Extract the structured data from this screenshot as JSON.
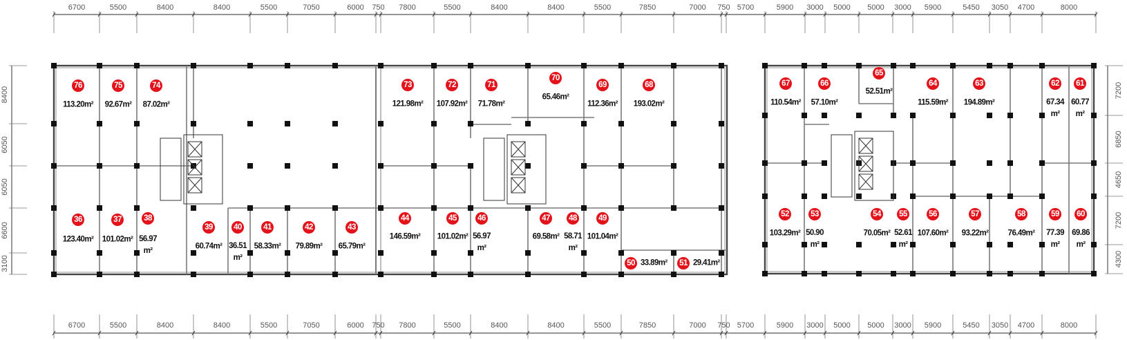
{
  "title": "Floor plan unit layout",
  "unit_suffix": "m²",
  "colors": {
    "badge": "#e3131b",
    "wall": "#7a7a7a",
    "column": "#111111",
    "dim": "#555555"
  },
  "dimensions": {
    "top": [
      "6700",
      "5500",
      "8400",
      "8400",
      "5500",
      "7050",
      "6000",
      "750",
      "7800",
      "5500",
      "8400",
      "8400",
      "5500",
      "7850",
      "7000",
      "750",
      "5700",
      "5900",
      "3000",
      "5000",
      "5000",
      "3000",
      "5900",
      "5450",
      "3050",
      "4700",
      "8000"
    ],
    "bottom": [
      "6700",
      "5500",
      "8400",
      "8400",
      "5500",
      "7050",
      "6000",
      "750",
      "7800",
      "5500",
      "8400",
      "8400",
      "5500",
      "7850",
      "7000",
      "750",
      "5700",
      "5900",
      "3000",
      "5000",
      "5000",
      "3000",
      "5900",
      "5450",
      "3050",
      "4700",
      "8000"
    ],
    "left": [
      "8400",
      "6050",
      "6050",
      "6600",
      "3100"
    ],
    "right": [
      "7200",
      "6850",
      "4650",
      "7200",
      "4300"
    ]
  },
  "units": [
    {
      "no": "76",
      "area": "113.20"
    },
    {
      "no": "75",
      "area": "92.67"
    },
    {
      "no": "74",
      "area": "87.02"
    },
    {
      "no": "73",
      "area": "121.98"
    },
    {
      "no": "72",
      "area": "107.92"
    },
    {
      "no": "71",
      "area": "71.78"
    },
    {
      "no": "70",
      "area": "65.46"
    },
    {
      "no": "69",
      "area": "112.36"
    },
    {
      "no": "68",
      "area": "193.02"
    },
    {
      "no": "67",
      "area": "110.54"
    },
    {
      "no": "66",
      "area": "57.10"
    },
    {
      "no": "65",
      "area": "52.51"
    },
    {
      "no": "64",
      "area": "115.59"
    },
    {
      "no": "63",
      "area": "194.89"
    },
    {
      "no": "62",
      "area": "67.34"
    },
    {
      "no": "61",
      "area": "60.77"
    },
    {
      "no": "36",
      "area": "123.40"
    },
    {
      "no": "37",
      "area": "101.02"
    },
    {
      "no": "38",
      "area": "56.97"
    },
    {
      "no": "39",
      "area": "60.74"
    },
    {
      "no": "40",
      "area": "36.51"
    },
    {
      "no": "41",
      "area": "58.33"
    },
    {
      "no": "42",
      "area": "79.89"
    },
    {
      "no": "43",
      "area": "65.79"
    },
    {
      "no": "44",
      "area": "146.59"
    },
    {
      "no": "45",
      "area": "101.02"
    },
    {
      "no": "46",
      "area": "56.97"
    },
    {
      "no": "47",
      "area": "69.58"
    },
    {
      "no": "48",
      "area": "58.71"
    },
    {
      "no": "49",
      "area": "101.04"
    },
    {
      "no": "50",
      "area": "33.89"
    },
    {
      "no": "51",
      "area": "29.41"
    },
    {
      "no": "52",
      "area": "103.29"
    },
    {
      "no": "53",
      "area": "50.90"
    },
    {
      "no": "54",
      "area": "70.05"
    },
    {
      "no": "55",
      "area": "52.61"
    },
    {
      "no": "56",
      "area": "107.60"
    },
    {
      "no": "57",
      "area": "93.22"
    },
    {
      "no": "58",
      "area": "76.49"
    },
    {
      "no": "59",
      "area": "77.39"
    },
    {
      "no": "60",
      "area": "69.86"
    }
  ]
}
